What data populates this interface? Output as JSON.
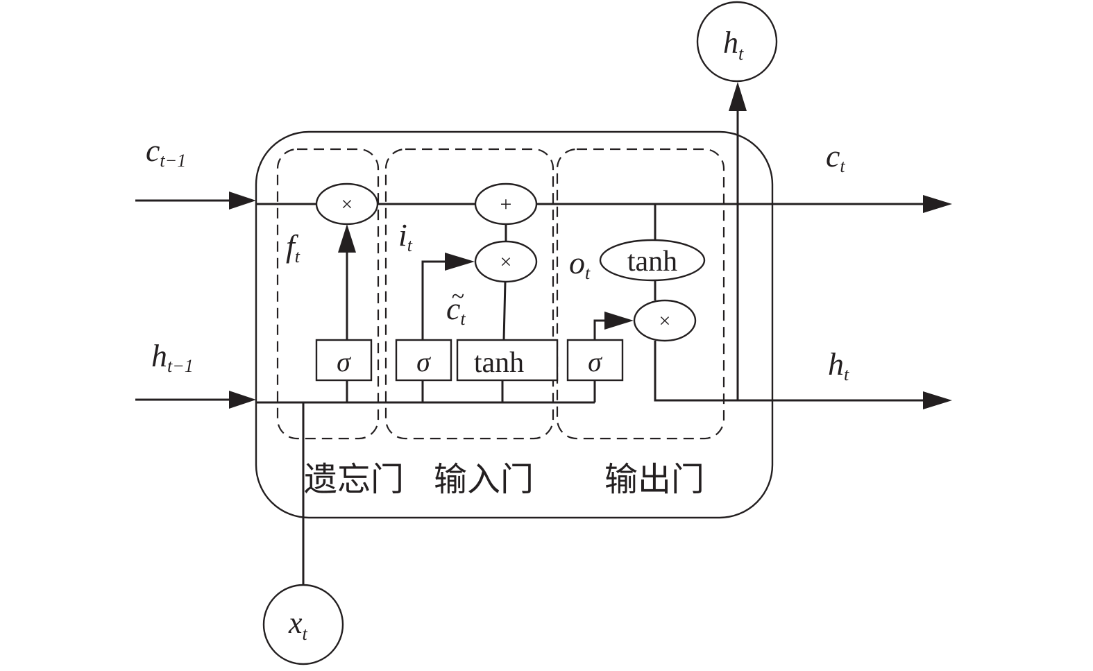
{
  "diagram": {
    "title": "LSTM cell",
    "colors": {
      "stroke": "#231f20",
      "background": "#ffffff"
    },
    "inputs": {
      "cell_prev": {
        "base": "c",
        "sub": "t−1"
      },
      "hidden_prev": {
        "base": "h",
        "sub": "t−1"
      },
      "x": {
        "base": "x",
        "sub": "t"
      }
    },
    "outputs": {
      "cell": {
        "base": "c",
        "sub": "t"
      },
      "hidden": {
        "base": "h",
        "sub": "t"
      },
      "hidden_top": {
        "base": "h",
        "sub": "t"
      }
    },
    "gate_signals": {
      "forget": {
        "base": "f",
        "sub": "t"
      },
      "input": {
        "base": "i",
        "sub": "t"
      },
      "candidate": {
        "base": "c",
        "sub": "t",
        "accent": "~"
      },
      "output": {
        "base": "o",
        "sub": "t"
      }
    },
    "operators": {
      "multiply": "×",
      "add": "+",
      "sigma": "σ",
      "tanh": "tanh"
    },
    "gate_groups": [
      {
        "label": "遗忘门"
      },
      {
        "label": "输入门"
      },
      {
        "label": "输出门"
      }
    ]
  }
}
